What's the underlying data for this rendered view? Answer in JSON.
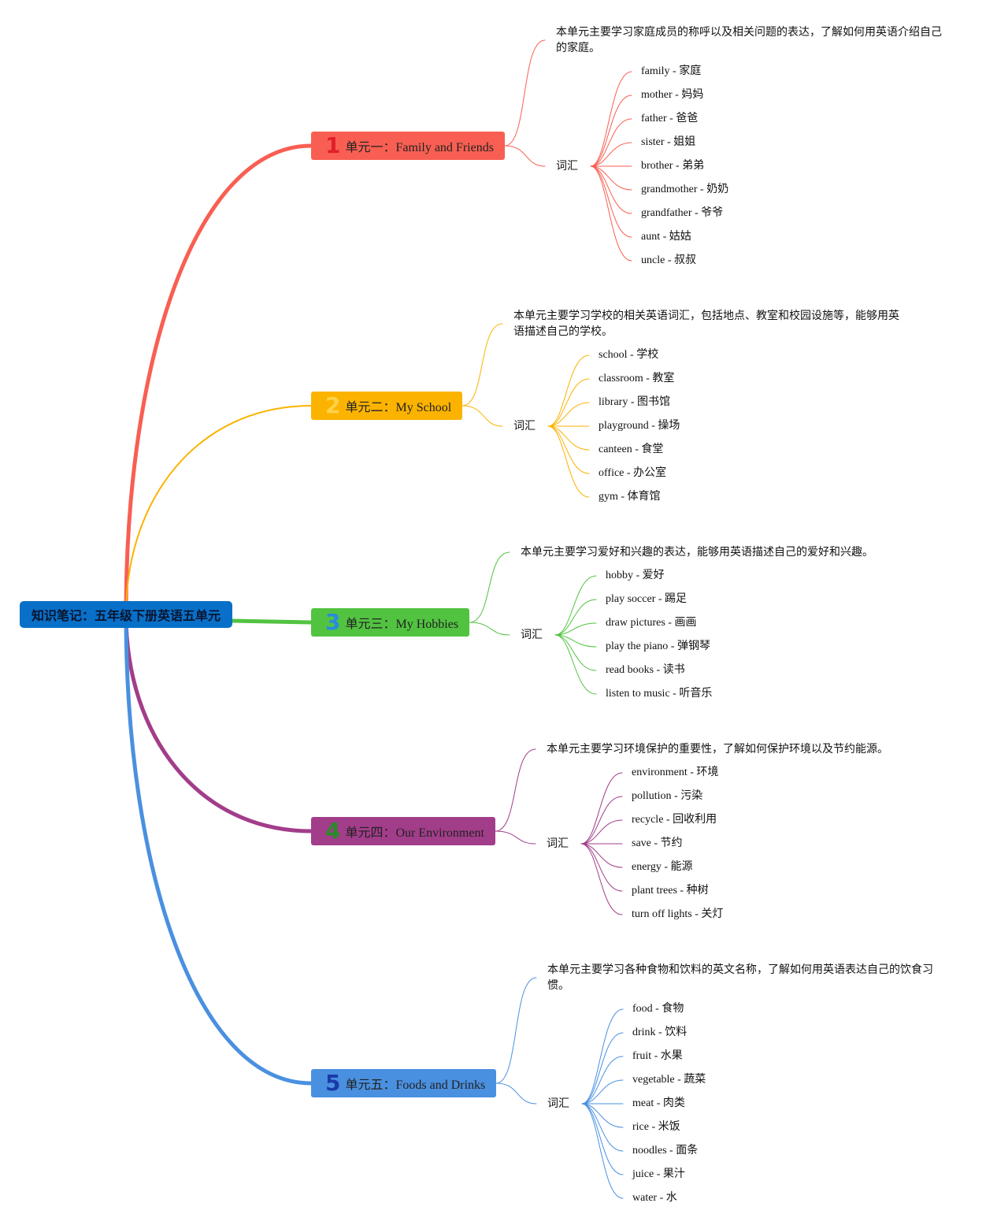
{
  "root": {
    "title": "知识笔记：五年级下册英语五单元",
    "color": "#0870c8"
  },
  "vocab_label": "词汇",
  "units": [
    {
      "num": "1",
      "title": "单元一：Family and Friends",
      "color": "#f85f52",
      "desc": "本单元主要学习家庭成员的称呼以及相关问题的表达，了解如何用英语介绍自己的家庭。",
      "words": [
        "family - 家庭",
        "mother - 妈妈",
        "father - 爸爸",
        "sister - 姐姐",
        "brother - 弟弟",
        "grandmother - 奶奶",
        "grandfather - 爷爷",
        "aunt - 姑姑",
        "uncle - 叔叔"
      ]
    },
    {
      "num": "2",
      "title": "单元二：My School",
      "color": "#fbb300",
      "desc": "本单元主要学习学校的相关英语词汇，包括地点、教室和校园设施等，能够用英语描述自己的学校。",
      "words": [
        "school - 学校",
        "classroom - 教室",
        "library - 图书馆",
        "playground - 操场",
        "canteen - 食堂",
        "office - 办公室",
        "gym - 体育馆"
      ]
    },
    {
      "num": "3",
      "title": "单元三：My Hobbies",
      "color": "#52c341",
      "desc": "本单元主要学习爱好和兴趣的表达，能够用英语描述自己的爱好和兴趣。",
      "words": [
        "hobby - 爱好",
        "play soccer - 踢足",
        "draw pictures - 画画",
        "play the piano - 弹钢琴",
        "read books - 读书",
        "listen to music - 听音乐"
      ]
    },
    {
      "num": "4",
      "title": "单元四：Our Environment",
      "color": "#a23d8a",
      "desc": "本单元主要学习环境保护的重要性，了解如何保护环境以及节约能源。",
      "words": [
        "environment - 环境",
        "pollution - 污染",
        "recycle - 回收利用",
        "save - 节约",
        "energy - 能源",
        "plant trees - 种树",
        "turn off lights - 关灯"
      ]
    },
    {
      "num": "5",
      "title": "单元五：Foods and Drinks",
      "color": "#4a90e0",
      "desc": "本单元主要学习各种食物和饮料的英文名称，了解如何用英语表达自己的饮食习惯。",
      "words": [
        "food - 食物",
        "drink - 饮料",
        "fruit - 水果",
        "vegetable - 蔬菜",
        "meat - 肉类",
        "rice - 米饭",
        "noodles - 面条",
        "juice - 果汁",
        "water - 水"
      ]
    }
  ]
}
